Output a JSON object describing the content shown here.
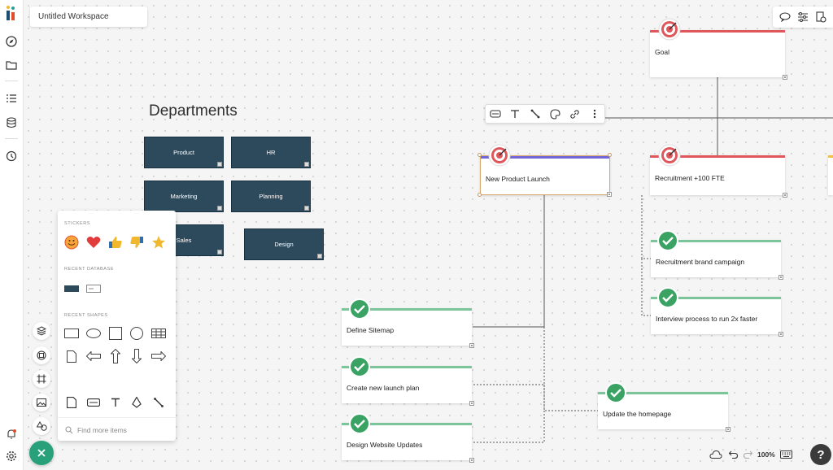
{
  "workspace": {
    "title": "Untitled Workspace"
  },
  "departments": {
    "heading": "Departments",
    "items": [
      "Product",
      "HR",
      "Marketing",
      "Planning",
      "Sales",
      "Design"
    ]
  },
  "cards": {
    "goal": "Goal",
    "new_product_launch": "New Product Launch",
    "recruitment": "Recruitment +100 FTE",
    "recruitment_brand": "Recruitment brand campaign",
    "interview_process": "Interview process to run 2x faster",
    "define_sitemap": "Define Sitemap",
    "launch_plan": "Create new launch plan",
    "design_updates": "Design Website Updates",
    "update_homepage": "Update the homepage"
  },
  "shapes_panel": {
    "stickers_heading": "STICKERS",
    "recent_database_heading": "RECENT DATABASE",
    "recent_shapes_heading": "RECENT SHAPES",
    "find_placeholder": "Find more items"
  },
  "status": {
    "zoom": "100%",
    "help": "?"
  },
  "colors": {
    "goal_bar": "#e0575b",
    "selected_bar": "#7367d8",
    "done_bar": "#7cc59b",
    "department_fill": "#2d4a5c",
    "fab": "#28a17a"
  }
}
